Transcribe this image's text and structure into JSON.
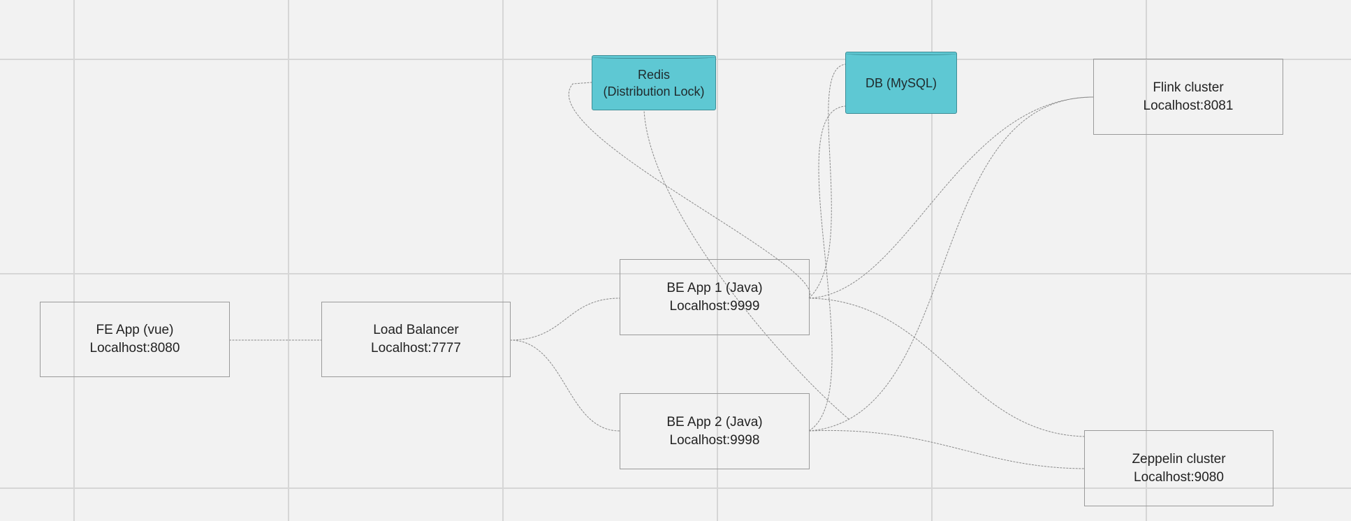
{
  "nodes": {
    "fe_app": {
      "line1": "FE App (vue)",
      "line2": "Localhost:8080"
    },
    "load_balancer": {
      "line1": "Load Balancer",
      "line2": "Localhost:7777"
    },
    "be_app_1": {
      "line1": "BE App 1 (Java)",
      "line2": "Localhost:9999"
    },
    "be_app_2": {
      "line1": "BE App 2 (Java)",
      "line2": "Localhost:9998"
    },
    "redis": {
      "line1": "Redis",
      "line2": "(Distribution Lock)"
    },
    "db": {
      "line1": "DB (MySQL)"
    },
    "flink": {
      "line1": "Flink cluster",
      "line2": "Localhost:8081"
    },
    "zeppelin": {
      "line1": "Zeppelin cluster",
      "line2": "Localhost:9080"
    }
  },
  "colors": {
    "background": "#f2f2f2",
    "grid": "#d6d6d6",
    "node_border": "#9a9a9a",
    "storage_fill": "#5ec8d3",
    "connector": "#8a8a8a"
  }
}
